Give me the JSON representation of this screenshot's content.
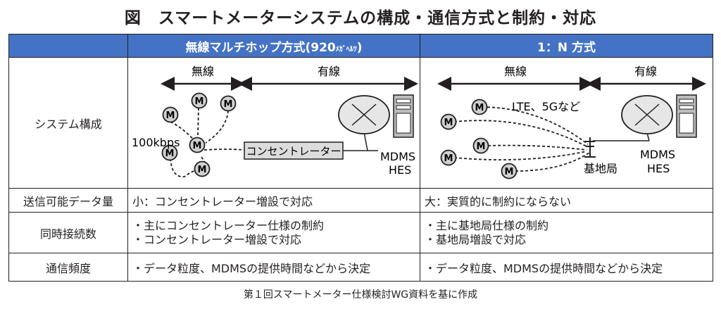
{
  "title": "図　スマートメーターシステムの構成・通信方式と制約・対応",
  "header": {
    "col1": "",
    "col2_main": "無線マルチホップ方式(920",
    "col2_unit": "ﾒｶﾞﾍﾙﾂ",
    "col2_close": ")",
    "col3": "1：N 方式"
  },
  "rows": {
    "system": "システム構成",
    "capacity": "送信可能データ量",
    "connections": "同時接続数",
    "frequency": "通信頻度"
  },
  "diagram_left": {
    "wireless": "無線",
    "wired": "有線",
    "meter": "M",
    "speed": "100kbps",
    "concentrator": "コンセントレーター",
    "mdms": "MDMS",
    "hes": "HES"
  },
  "diagram_right": {
    "wireless": "無線",
    "wired": "有線",
    "meter": "M",
    "lte": "LTE、5Gなど",
    "base": "基地局",
    "mdms": "MDMS",
    "hes": "HES"
  },
  "cells": {
    "capacity_left": "小：コンセントレーター増設で対応",
    "capacity_right": "大：実質的に制約にならない",
    "conn_left_1": "・主にコンセントレーター仕様の制約",
    "conn_left_2": "・コンセントレーター増設で対応",
    "conn_right_1": "・主に基地局仕様の制約",
    "conn_right_2": "・基地局増設で対応",
    "freq_left": "・データ粒度、MDMSの提供時間などから決定",
    "freq_right": "・データ粒度、MDMSの提供時間などから決定"
  },
  "source": "第１回スマートメーター仕様検討WG資料を基に作成",
  "colors": {
    "header_bg": "#4472c4",
    "cloud": "#e6e6e6",
    "box": "#dcdcdc"
  }
}
